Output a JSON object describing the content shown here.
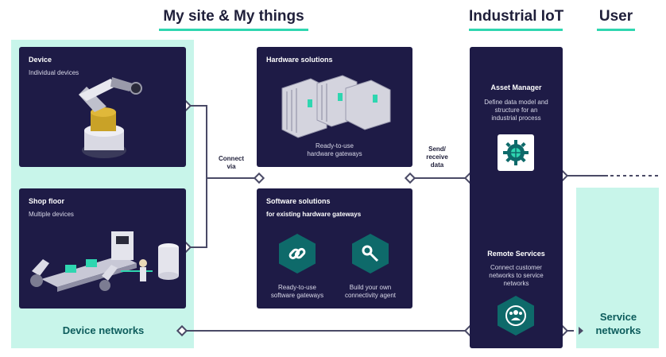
{
  "headings": {
    "my_site": "My site & My things",
    "industrial_iot": "Industrial IoT",
    "user": "User"
  },
  "cards": {
    "device": {
      "title": "Device",
      "subtitle": "Individual devices"
    },
    "shop_floor": {
      "title": "Shop floor",
      "subtitle": "Multiple devices"
    },
    "hardware": {
      "title": "Hardware solutions",
      "caption": "Ready-to-use\nhardware gateways"
    },
    "software": {
      "title": "Software solutions",
      "subtitle": "for existing hardware gateways",
      "caption_left": "Ready-to-use\nsoftware gateways",
      "caption_right": "Build your own\nconnectivity agent"
    },
    "asset_manager": {
      "title": "Asset Manager",
      "description": "Define data model and\nstructure for an\nindustrial process"
    },
    "remote_services": {
      "title": "Remote Services",
      "description": "Connect customer\nnetworks to service\nnetworks"
    }
  },
  "connectors": {
    "connect_via": "Connect\nvia",
    "send_receive": "Send/\nreceive\ndata"
  },
  "networks": {
    "device": "Device networks",
    "service": "Service\nnetworks"
  },
  "icons": {
    "asset_manager": "gear-globe-icon",
    "software_left": "chain-link-icon",
    "software_right": "wrench-link-icon",
    "remote_services": "people-network-icon"
  },
  "colors": {
    "card": "#1e1b46",
    "mint": "#c8f5ea",
    "accent": "#2fd6b0",
    "teal": "#0e6a6a",
    "line": "#4a4a66"
  }
}
